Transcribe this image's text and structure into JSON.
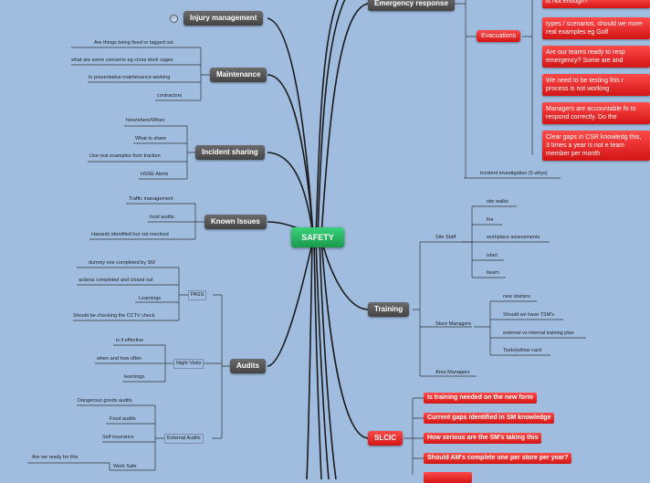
{
  "root": "SAFETY",
  "left": {
    "injury": {
      "label": "Injury management",
      "collapse_glyph": "−"
    },
    "maintenance": {
      "label": "Maintenance",
      "items": [
        "Are things being fixed or tagged out",
        "what are some concerns eg cross dock cages",
        "Is preventative maintenance working",
        "contractors"
      ]
    },
    "incident": {
      "label": "Incident sharing",
      "items": [
        "how/where/When",
        "What to share",
        "Use real examples from traction",
        "HSSE Alerts"
      ]
    },
    "known": {
      "label": "Known Issues",
      "items": [
        "Traffic management",
        "food audits",
        "Hazards identified but not resolved"
      ]
    },
    "audits": {
      "label": "Audits",
      "pass": {
        "label": "PASS",
        "items": [
          "dummy one completed by SM",
          "actions completed and closed out",
          "Learnings",
          "Should be checking the CCTV check"
        ]
      },
      "night": {
        "label": "Night Visits",
        "items": [
          "is it effective",
          "when and how often",
          "learnings"
        ]
      },
      "external": {
        "label": "External Audits",
        "items": [
          "Dangerous goods audits",
          "Food audits",
          "Self insurance",
          "Work Safe"
        ]
      },
      "worksafe_item": "Are we ready for this"
    }
  },
  "right": {
    "emergency": {
      "label": "Emergency response",
      "evacuations": "Evacuations",
      "boxes": [
        "is not enough?",
        "types / scenarios, should we more real examples eg Golf",
        "Are our teams ready to resp emergency? Some are and",
        "We need to be testing this r process is not working",
        "Managers are accountable fo to respond correctly. Do the",
        "Clear gaps in CSR knowledg this, 3 times a year is not e team member per month"
      ],
      "investigation": "Incident investigation (5 whys)"
    },
    "training": {
      "label": "Training",
      "site_staff": {
        "label": "Site Staff",
        "items": [
          "site walks",
          "fire",
          "workplace assessments",
          "istart",
          "itearn"
        ]
      },
      "store_managers": {
        "label": "Store Managers",
        "items": [
          "new starters",
          "Should we have TSM's",
          "external vs internal training plan",
          "Tools/yellow card"
        ]
      },
      "area_managers": "Area Managers"
    },
    "slcic": {
      "label": "SLCIC",
      "items": [
        "Is training needed on the new form",
        "Current gaps identified in SM knowledge",
        "How serious are the SM's taking this",
        "Should AM's complete one per store per year?"
      ]
    }
  },
  "colors": {
    "background": "#a0bde0",
    "root": "#22b75e",
    "node": "#555555",
    "red": "#e32626",
    "line": "#1b1b1b"
  }
}
